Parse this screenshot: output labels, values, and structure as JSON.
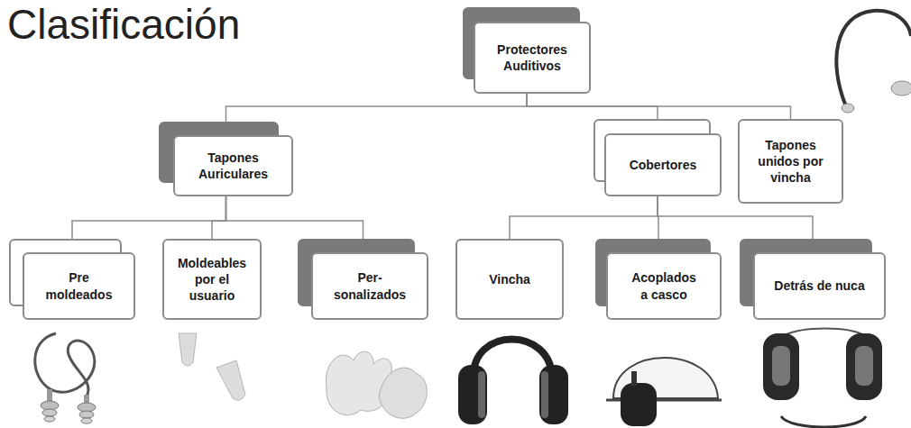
{
  "diagram": {
    "title": "Clasificación",
    "nodes": [
      {
        "text": [
          "Protectores Auditivos"
        ]
      },
      {
        "text": [
          "Tapones Auriculares"
        ]
      },
      {
        "text": [
          "Cobertores"
        ]
      },
      {
        "text": [
          "Tapones unidos por vincha"
        ]
      },
      {
        "text": [
          "Pre moldeados"
        ]
      },
      {
        "text": [
          "Moldeables por el usuario"
        ]
      },
      {
        "text": [
          "Per- sonalizados"
        ]
      },
      {
        "text": [
          "Vincha"
        ]
      },
      {
        "text": [
          "Acoplados a casco"
        ]
      },
      {
        "text": [
          "Detrás de nuca"
        ]
      }
    ],
    "edges": [
      {
        "from": 0,
        "to": 1,
        "arrow": "none"
      },
      {
        "from": 0,
        "to": 2,
        "arrow": "none"
      },
      {
        "from": 0,
        "to": 3,
        "arrow": "none"
      },
      {
        "from": 1,
        "to": 4,
        "arrow": "none"
      },
      {
        "from": 1,
        "to": 5,
        "arrow": "none"
      },
      {
        "from": 1,
        "to": 6,
        "arrow": "none"
      },
      {
        "from": 2,
        "to": 7,
        "arrow": "none"
      },
      {
        "from": 2,
        "to": 8,
        "arrow": "none"
      },
      {
        "from": 2,
        "to": 9,
        "arrow": "none"
      }
    ]
  }
}
